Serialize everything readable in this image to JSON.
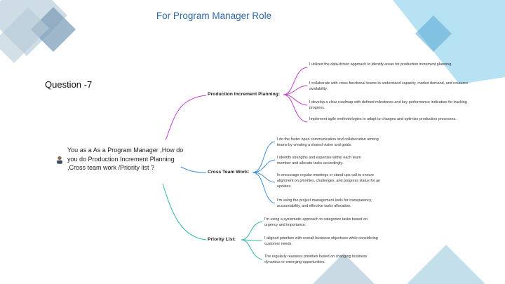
{
  "slide": {
    "title": "For Program Manager Role",
    "question_label": "Question -7"
  },
  "mindmap": {
    "central": "You as a As a Program Manager ,How do you do Production Increment Planning ,Cross team work /Priority list ?",
    "central_icon": "person-avatar-icon",
    "branches": [
      {
        "label": "Production Increment Planning:",
        "color": "#c03fcf",
        "items": [
          "I utilized the data-driven approach to identify areas for production increment planning.",
          "I collaborate with cross-functional teams to understand capacity, market demand, and resource availability.",
          "I develop a clear roadmap with defined milestones and key performance indicators for tracking progress.",
          "Implement agile methodologies to adapt to changes and optimize production processes."
        ]
      },
      {
        "label": "Cross Team Work:",
        "color": "#3d8fd4",
        "items": [
          "I do the foster open communication and collaboration among teams by creating a shared vision and goals.",
          "I identify strengths and expertise within each team member and allocate tasks accordingly.",
          "In encourage regular meetings or stand-ups call to ensure alignment on priorities, challenges, and progress status for an updates.",
          "I'm using the project management tools for transparency, accountability, and effective tasks allocation."
        ]
      },
      {
        "label": "Priority List:",
        "color": "#2fb8a8",
        "items": [
          "I'm using a systematic approach to categorize tasks based on urgency and importance.",
          "I aligned priorities with overall business objectives while considering customer needs.",
          "The regularly reassess priorities based on changing business dynamics or emerging opportunities."
        ]
      }
    ]
  },
  "theme": {
    "title_color": "#2e6aa8",
    "decor_light": "#bcd6e6",
    "decor_mid": "#7ea6c2",
    "decor_cyan": "#a8dcf0"
  }
}
